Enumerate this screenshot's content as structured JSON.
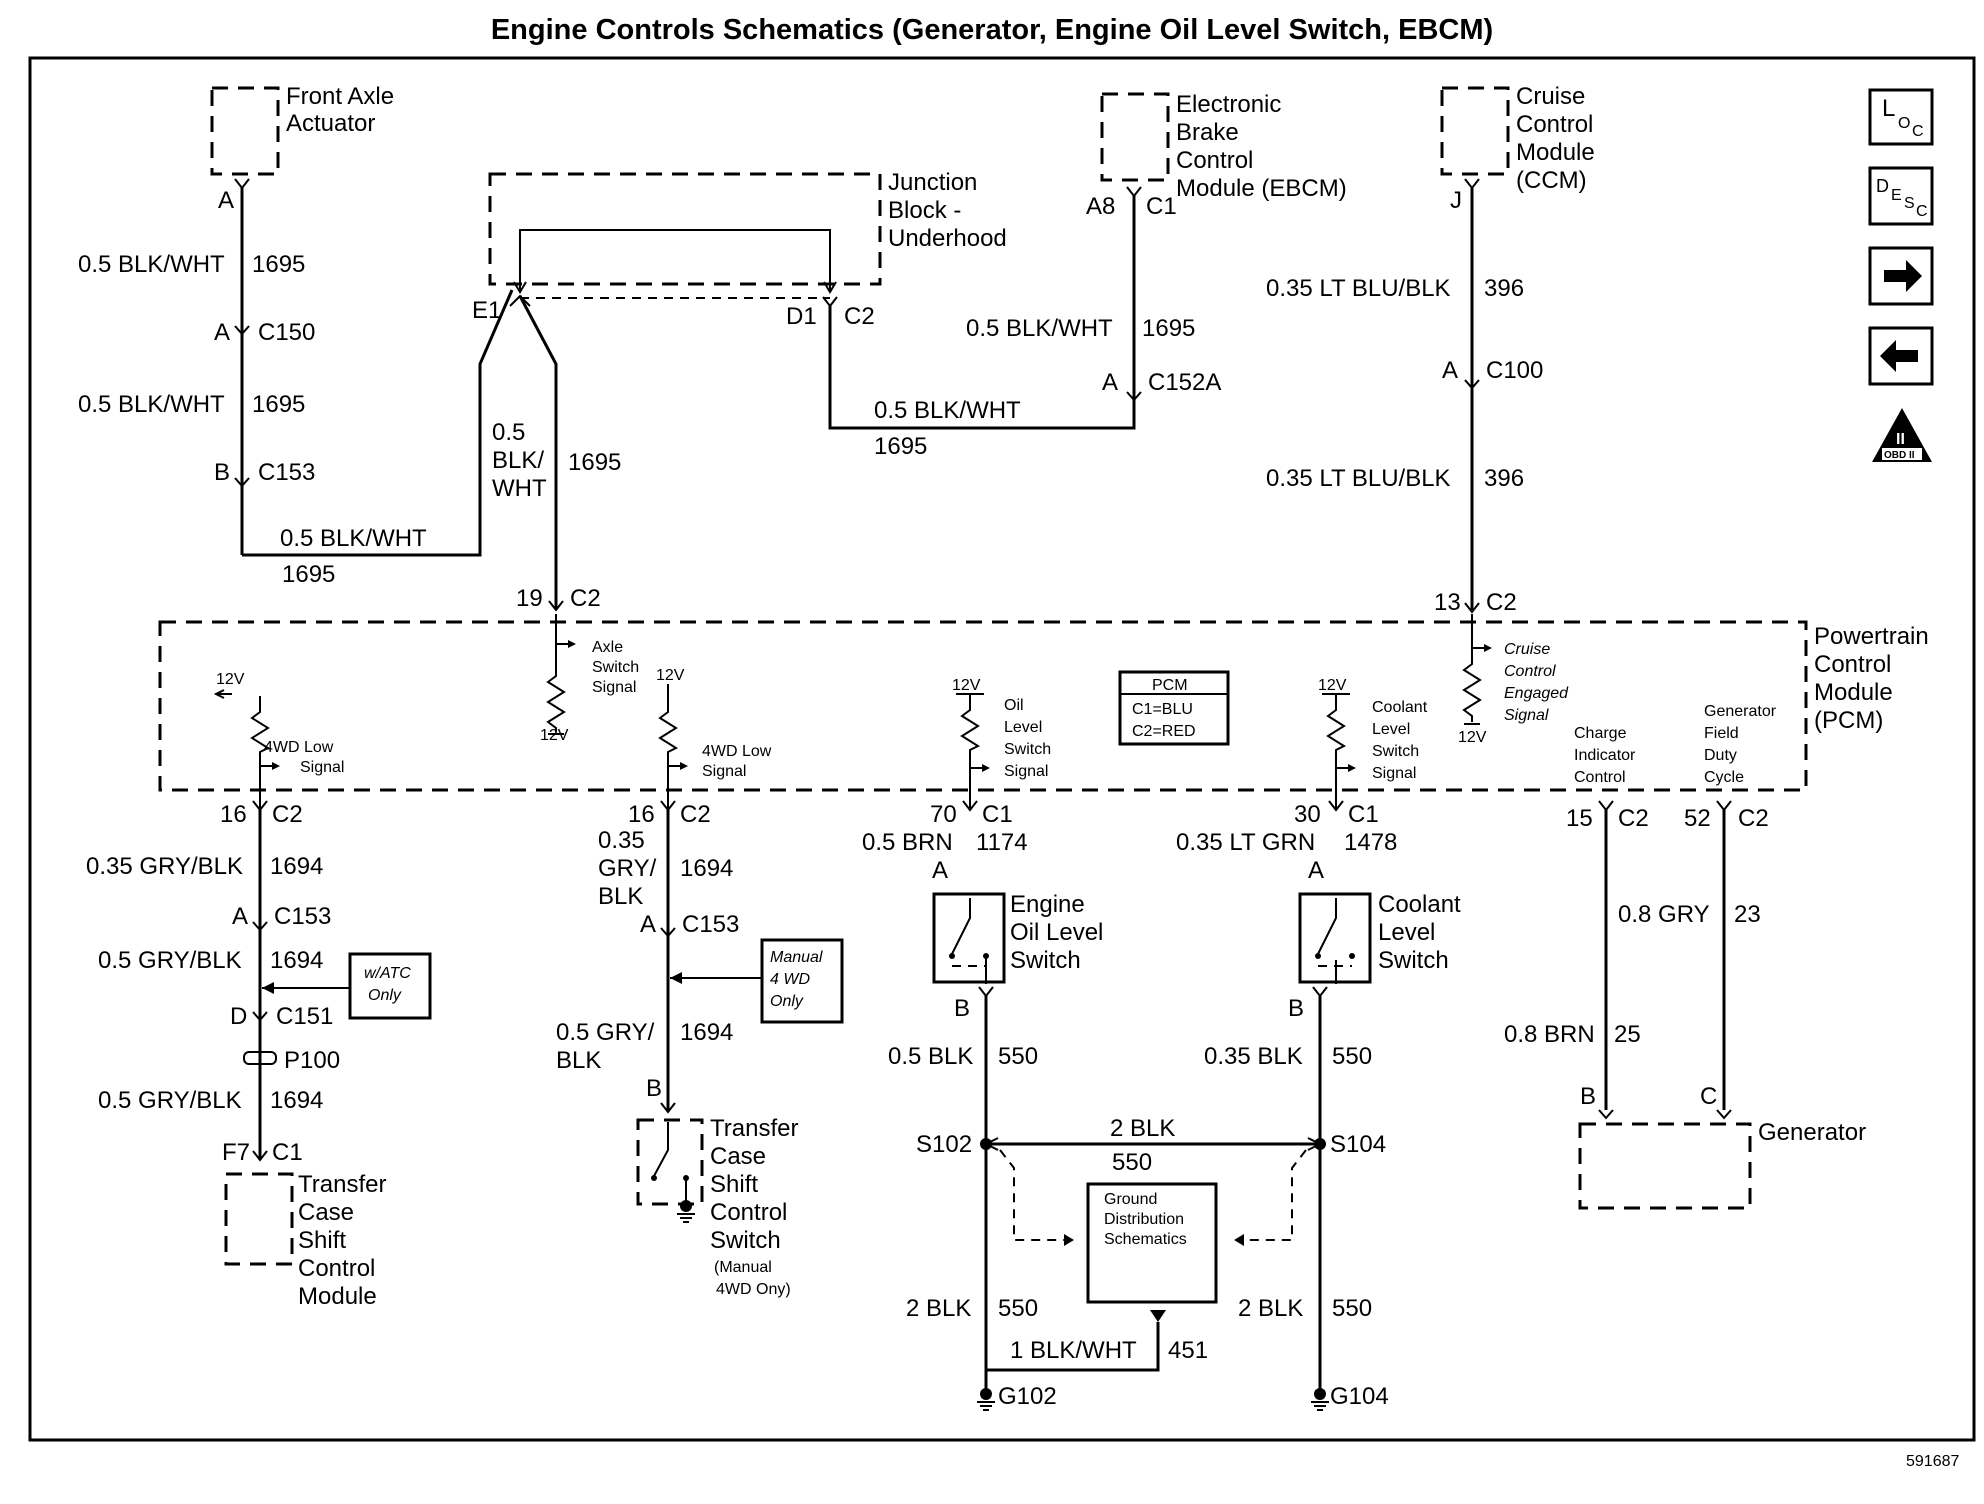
{
  "title": "Engine Controls Schematics (Generator, Engine Oil Level Switch, EBCM)",
  "figure_id": "591687",
  "side_icons": {
    "loc_main": "L",
    "loc_sub1": "O",
    "loc_sub2": "C",
    "desc_main": "D",
    "desc_sub1": "E",
    "desc_sub2": "S",
    "desc_sub3": "C",
    "obd": "OBD II",
    "obd_numeral": "II"
  },
  "components": {
    "front_axle": [
      "Front Axle",
      "Actuator"
    ],
    "junction_block": [
      "Junction",
      "Block -",
      "Underhood"
    ],
    "ebcm": [
      "Electronic",
      "Brake",
      "Control",
      "Module (EBCM)"
    ],
    "ccm": [
      "Cruise",
      "Control",
      "Module",
      "(CCM)"
    ],
    "pcm": [
      "Powertrain",
      "Control",
      "Module",
      "(PCM)"
    ],
    "pcm_box": [
      "PCM",
      "C1=BLU",
      "C2=RED"
    ],
    "engine_oil_switch": [
      "Engine",
      "Oil Level",
      "Switch"
    ],
    "coolant_switch": [
      "Coolant",
      "Level",
      "Switch"
    ],
    "transfer_module": [
      "Transfer",
      "Case",
      "Shift",
      "Control",
      "Module"
    ],
    "transfer_switch": [
      "Transfer",
      "Case",
      "Shift",
      "Control",
      "Switch"
    ],
    "transfer_switch_note": [
      "(Manual",
      "4WD Ony)"
    ],
    "generator": "Generator",
    "w_atc": [
      "w/ATC",
      "Only"
    ],
    "manual_4wd": [
      "Manual",
      "4 WD",
      "Only"
    ],
    "ground_dist": [
      "Ground",
      "Distribution",
      "Schematics"
    ]
  },
  "pcm_signals": {
    "four_wd_left": [
      "4WD Low",
      "Signal"
    ],
    "axle": [
      "Axle",
      "Switch",
      "Signal"
    ],
    "four_wd_mid": [
      "4WD Low",
      "Signal"
    ],
    "oil": [
      "Oil",
      "Level",
      "Switch",
      "Signal"
    ],
    "coolant": [
      "Coolant",
      "Level",
      "Switch",
      "Signal"
    ],
    "cruise": [
      "Cruise",
      "Control",
      "Engaged",
      "Signal"
    ],
    "charge": [
      "Charge",
      "Indicator",
      "Control"
    ],
    "gen_field": [
      "Generator",
      "Field",
      "Duty",
      "Cycle"
    ],
    "v12": "12V"
  },
  "pins": {
    "a": "A",
    "b": "B",
    "c": "C",
    "d": "D",
    "j": "J",
    "e1": "E1",
    "d1": "D1",
    "a8": "A8",
    "f7": "F7",
    "p19": "19",
    "p13": "13",
    "p16": "16",
    "p70": "70",
    "p30": "30",
    "p15": "15",
    "p52": "52"
  },
  "connectors": {
    "c1": "C1",
    "c2": "C2",
    "c100": "C100",
    "c150": "C150",
    "c151": "C151",
    "c152a": "C152A",
    "c153": "C153",
    "p100": "P100",
    "s102": "S102",
    "s104": "S104",
    "g102": "G102",
    "g104": "G104"
  },
  "wires": {
    "blk_wht": "0.5 BLK/WHT",
    "blk_wht_split": [
      "0.5",
      "BLK/",
      "WHT"
    ],
    "n1695": "1695",
    "lt_blu_blk": "0.35 LT BLU/BLK",
    "n396": "396",
    "gry_blk_035": "0.35 GRY/BLK",
    "gry_blk_05": "0.5 GRY/BLK",
    "gry_blk_split": [
      "0.35",
      "GRY/",
      "BLK"
    ],
    "gry_blk_05_split": [
      "0.5 GRY/",
      "BLK"
    ],
    "n1694": "1694",
    "brn": "0.5 BRN",
    "n1174": "1174",
    "lt_grn": "0.35 LT GRN",
    "n1478": "1478",
    "gry_08": "0.8 GRY",
    "n23": "23",
    "brn_08": "0.8 BRN",
    "n25": "25",
    "blk_05": "0.5 BLK",
    "blk_035": "0.35 BLK",
    "n550": "550",
    "blk_2": "2 BLK",
    "blk_wht_1": "1 BLK/WHT",
    "n451": "451"
  }
}
